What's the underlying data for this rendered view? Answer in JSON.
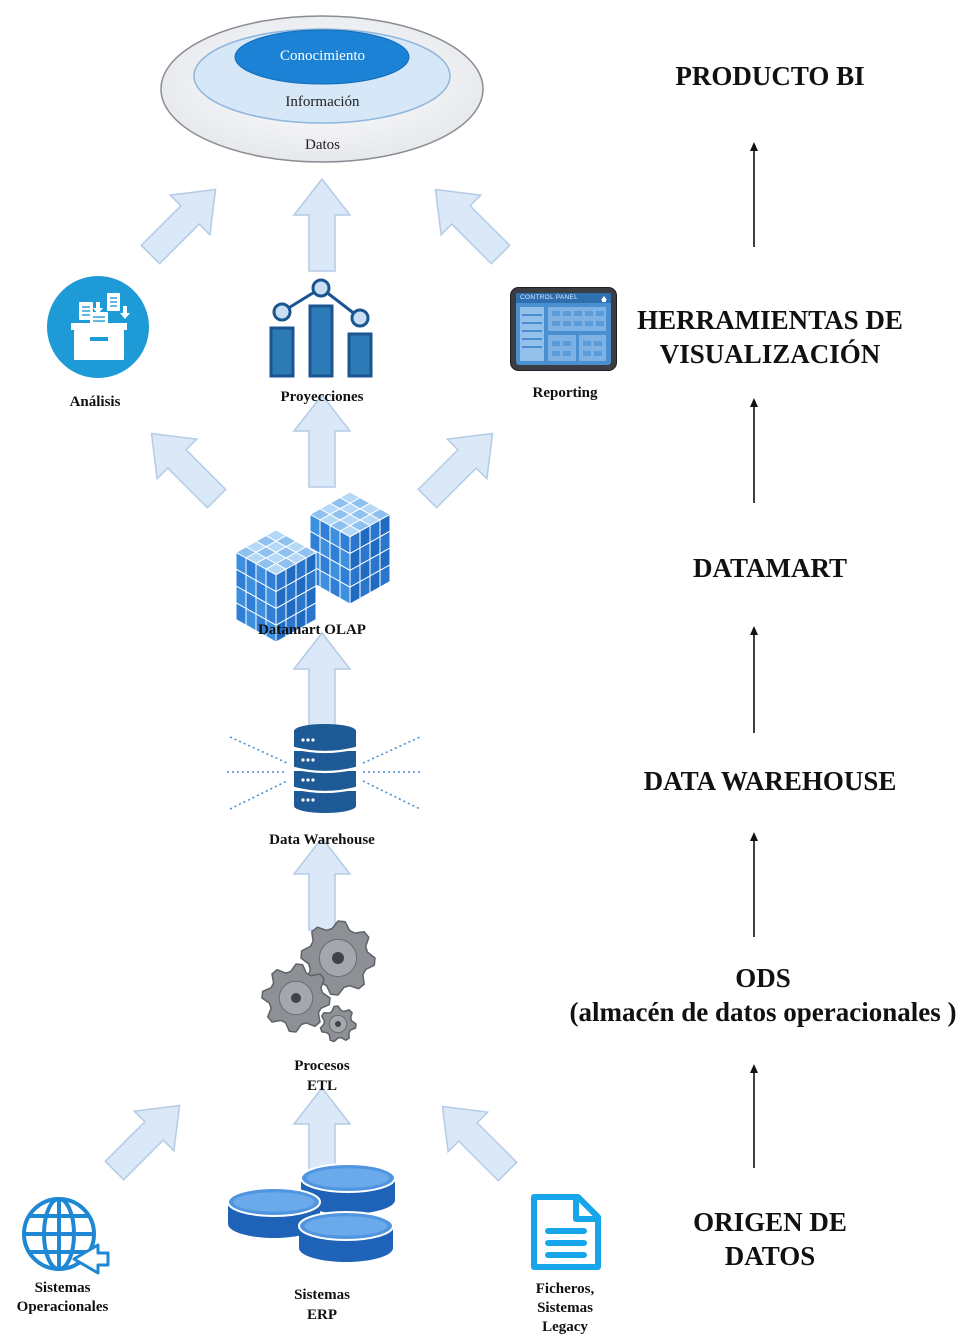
{
  "pyramid": {
    "knowledge": "Conocimiento",
    "information": "Información",
    "data": "Datos"
  },
  "nodes": {
    "analisis": "Análisis",
    "proyecciones": "Proyecciones",
    "reporting": "Reporting",
    "reporting_screen_title": "CONTROL PANEL",
    "datamart": "Datamart OLAP",
    "warehouse": "Data Warehouse",
    "etl_line1": "Procesos",
    "etl_line2": "ETL",
    "operacionales_line1": "Sistemas",
    "operacionales_line2": "Operacionales",
    "erp_line1": "Sistemas",
    "erp_line2": "ERP",
    "ficheros_line1": "Ficheros,",
    "ficheros_line2": "Sistemas",
    "ficheros_line3": "Legacy"
  },
  "stages": {
    "producto": "PRODUCTO BI",
    "herramientas_line1": "HERRAMIENTAS DE",
    "herramientas_line2": "VISUALIZACIÓN",
    "datamart": "DATAMART",
    "warehouse": "DATA WAREHOUSE",
    "ods_line1": "ODS",
    "ods_line2": "(almacén de datos operacionales )",
    "origen_line1": "ORIGEN DE",
    "origen_line2": "DATOS"
  },
  "colors": {
    "arrow_fill": "#dbe8f7",
    "arrow_stroke": "#b4cbe6",
    "icon_blue": "#1e9ad6",
    "icon_dark": "#1a5591",
    "cube_blue": "#2f7fd6"
  }
}
